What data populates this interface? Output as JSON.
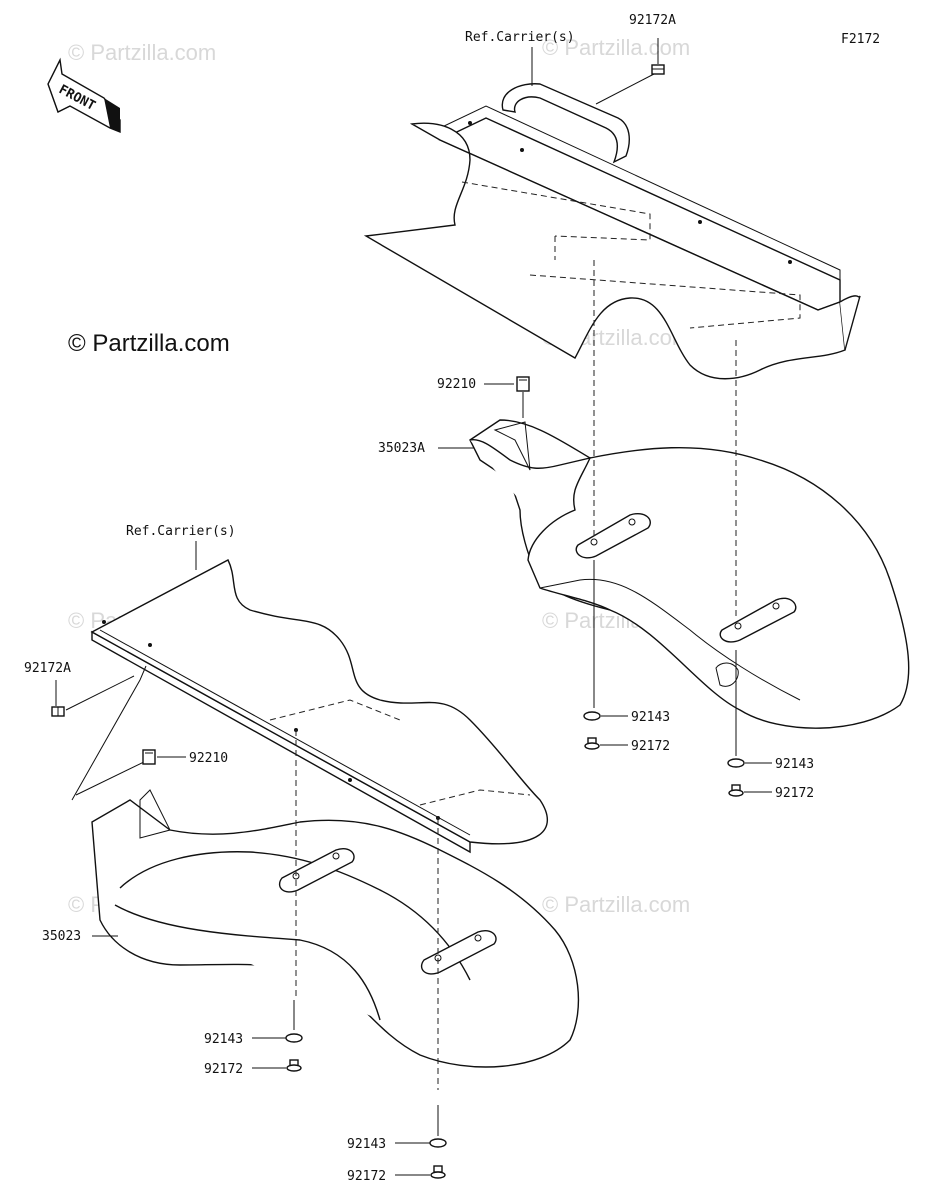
{
  "figure_code": "F2172",
  "copyright": "© Partzilla.com",
  "watermark": "© Partzilla.com",
  "front_label": "FRONT",
  "labels": {
    "ref_carrier_top": "Ref.Carrier(s)",
    "ref_carrier_bottom": "Ref.Carrier(s)",
    "p92172A_top": "92172A",
    "p92172A_left": "92172A",
    "p92210_top": "92210",
    "p92210_bottom": "92210",
    "p35023A": "35023A",
    "p35023": "35023",
    "p92143_r1": "92143",
    "p92172_r1": "92172",
    "p92143_r2": "92143",
    "p92172_r2": "92172",
    "p92143_l1": "92143",
    "p92172_l1": "92172",
    "p92143_l2": "92143",
    "p92172_l2": "92172"
  }
}
